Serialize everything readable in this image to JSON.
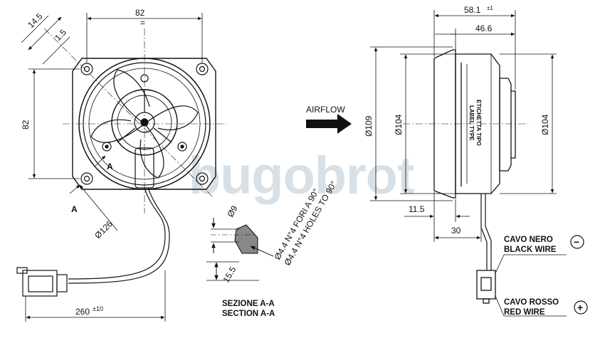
{
  "front_view": {
    "dim_width": "82",
    "dim_height": "82",
    "dim_offset_a": "14.5",
    "dim_offset_b": "1.5",
    "dim_mount_dia": "Ø126",
    "dim_cable_len": "260",
    "dim_cable_tol": "±10",
    "section_marker": "A",
    "eq_mark": "="
  },
  "airflow_label": "AIRFLOW",
  "section_view": {
    "dim_hole": "Ø9",
    "dim_depth": "15.5",
    "hole_note_it": "Ø4.4 N°4 FORI A 90°",
    "hole_note_en": "Ø4.4 N°4 HOLES TO 90°",
    "title_it": "SEZIONE A-A",
    "title_en": "SECTION A-A"
  },
  "side_view": {
    "dim_total_depth": "58.1",
    "dim_total_tol": "±1",
    "dim_body_depth": "46.6",
    "dim_outer_dia": "Ø109",
    "dim_inner_dia": "Ø104",
    "dim_rear_dia": "Ø104",
    "dim_flange": "11.5",
    "dim_wire_offset": "30",
    "label_it": "ETICHETTA TIPO",
    "label_en": "LABEL TYPE"
  },
  "wires": {
    "black_it": "CAVO NERO",
    "black_en": "BLACK WIRE",
    "black_sign": "−",
    "red_it": "CAVO ROSSO",
    "red_en": "RED WIRE",
    "red_sign": "+"
  },
  "watermark": "bugobrot"
}
